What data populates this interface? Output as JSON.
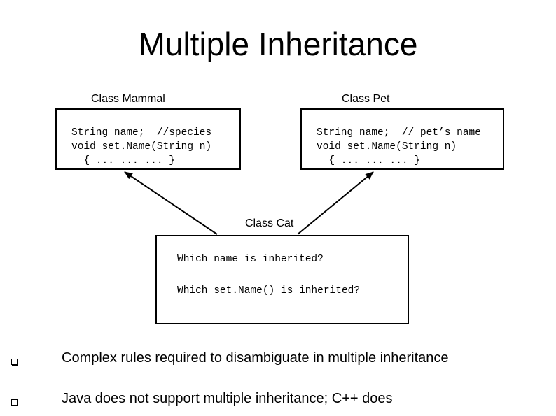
{
  "title": "Multiple Inheritance",
  "mammal": {
    "label": "Class Mammal",
    "lines": [
      "String name;  //species",
      "void set.Name(String n)",
      "  { ... ... ... }"
    ]
  },
  "pet": {
    "label": "Class Pet",
    "lines": [
      "String name;  // pet’s name",
      "void set.Name(String n)",
      "  { ... ... ... }"
    ]
  },
  "cat": {
    "label": "Class Cat",
    "questions": [
      "Which name is inherited?",
      "Which set.Name() is inherited?"
    ]
  },
  "bullets": [
    "Complex rules required to disambiguate in multiple inheritance",
    "Java does not support multiple inheritance; C++ does"
  ]
}
